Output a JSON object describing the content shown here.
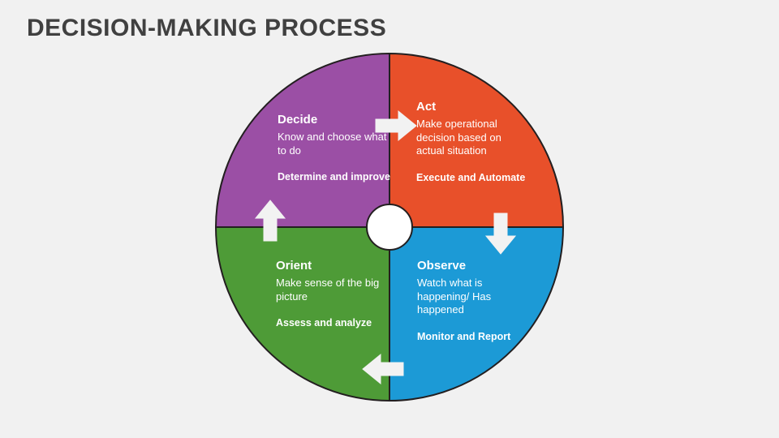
{
  "title": "Decision-Making Process",
  "colors": {
    "background": "#f1f1f1",
    "title": "#404040",
    "act": "#e8502a",
    "decide": "#9b4fa5",
    "orient": "#4e9b37",
    "observe": "#1c9ad6",
    "outline": "#231f20",
    "arrow": "#f2f2f2",
    "hub": "#ffffff"
  },
  "quadrants": [
    {
      "key": "act",
      "heading": "Act",
      "description": "Make operational decision based on actual situation",
      "subtitle": "Execute and Automate",
      "color": "#e8502a"
    },
    {
      "key": "decide",
      "heading": "Decide",
      "description": "Know and choose what to do",
      "subtitle": "Determine and improve",
      "color": "#9b4fa5"
    },
    {
      "key": "orient",
      "heading": "Orient",
      "description": "Make sense of the big picture",
      "subtitle": "Assess and analyze",
      "color": "#4e9b37"
    },
    {
      "key": "observe",
      "heading": "Observe",
      "description": "Watch what is happening/ Has happened",
      "subtitle": "Monitor and Report",
      "color": "#1c9ad6"
    }
  ],
  "arrows": [
    {
      "key": "arrow-decide-to-act",
      "direction": "right"
    },
    {
      "key": "arrow-act-to-observe",
      "direction": "down"
    },
    {
      "key": "arrow-observe-to-orient",
      "direction": "left"
    },
    {
      "key": "arrow-orient-to-decide",
      "direction": "up"
    }
  ]
}
